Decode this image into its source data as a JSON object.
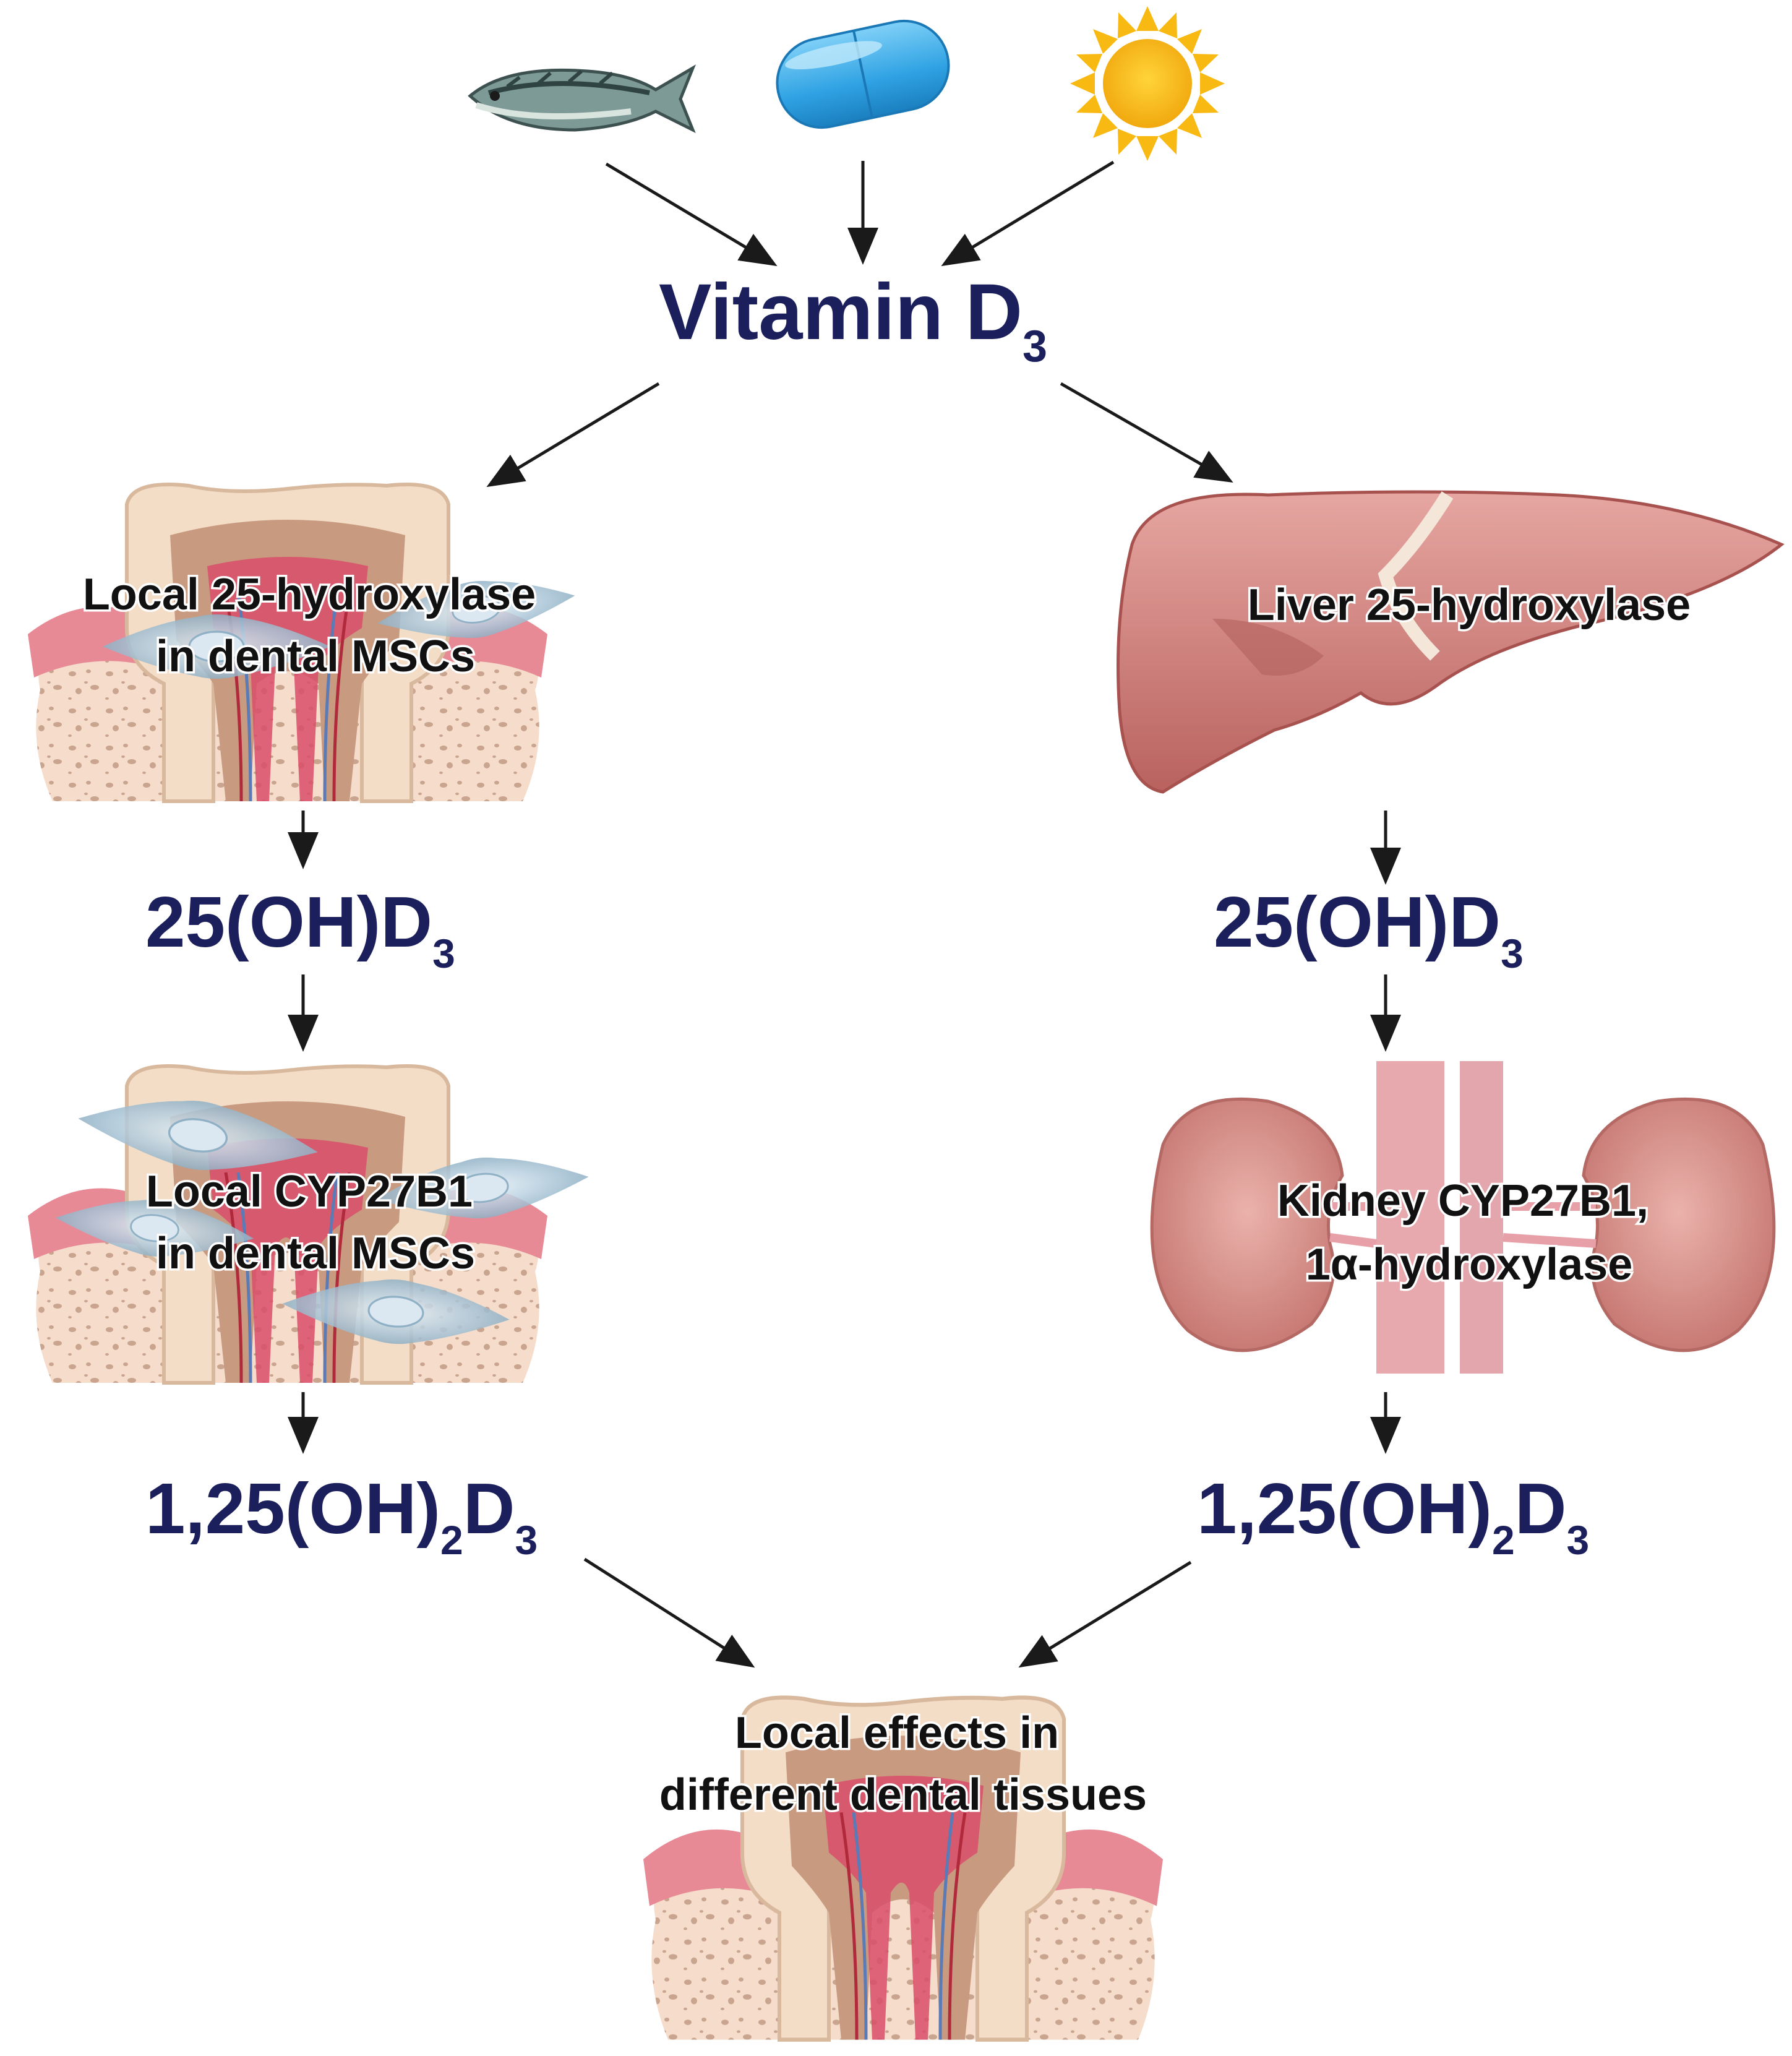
{
  "title": {
    "main": "Vitamin D",
    "sub": "3"
  },
  "sources": [
    {
      "name": "fish",
      "icon": "fish-icon"
    },
    {
      "name": "supplement-capsule",
      "icon": "capsule-icon"
    },
    {
      "name": "sunlight",
      "icon": "sun-icon"
    }
  ],
  "left_path": {
    "step1_label": [
      "Local 25-hydroxylase",
      "in dental MSCs"
    ],
    "step1_image": "tooth-with-stem-cells",
    "metabolite1": {
      "main": "25(OH)D",
      "sub": "3"
    },
    "step2_label": [
      "Local CYP27B1",
      "in dental MSCs"
    ],
    "step2_image": "tooth-with-stem-cells",
    "metabolite2": {
      "pre": "1,25(OH)",
      "sub1": "2",
      "mid": "D",
      "sub2": "3"
    }
  },
  "right_path": {
    "step1_label": [
      "Liver 25-hydroxylase"
    ],
    "step1_image": "liver",
    "metabolite1": {
      "main": "25(OH)D",
      "sub": "3"
    },
    "step2_label": [
      "Kidney CYP27B1,",
      "1α-hydroxylase"
    ],
    "step2_image": "kidneys",
    "metabolite2": {
      "pre": "1,25(OH)",
      "sub1": "2",
      "mid": "D",
      "sub2": "3"
    }
  },
  "outcome": {
    "label": [
      "Local effects in",
      "different dental tissues"
    ],
    "image": "tooth-cross-section"
  },
  "colors": {
    "metabolite_text": "#1b1f5c",
    "label_text": "#111111",
    "arrow": "#1a1a1a",
    "gum": "#e88a95",
    "enamel": "#f6e2cc",
    "bone": "#f3d9c8",
    "pulp": "#d94e6a",
    "liver": "#c97272",
    "kidney": "#d88a86",
    "msc_cell": "#a9c2d3",
    "sun": "#f7c21a",
    "capsule": "#3eaeea",
    "fish": "#6d8a8a"
  }
}
